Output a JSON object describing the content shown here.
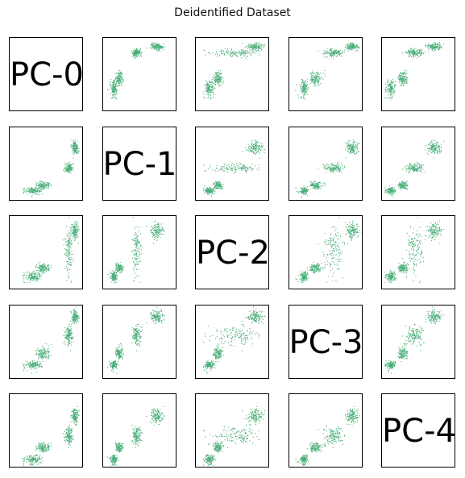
{
  "chart_data": {
    "type": "scatter",
    "layout": "pair-plot-matrix",
    "title": "Deidentified Dataset",
    "variables": [
      "PC-0",
      "PC-1",
      "PC-2",
      "PC-3",
      "PC-4"
    ],
    "marker_color": "#4caf7a",
    "axes_ticks": "hidden",
    "grid": false,
    "cluster_model": {
      "PC-0": [
        {
          "center": 0.32,
          "spread": 0.06
        },
        {
          "center": 0.45,
          "spread": 0.05
        },
        {
          "center": 0.8,
          "spread": 0.025
        },
        {
          "center": 0.88,
          "spread": 0.02
        }
      ],
      "PC-1": [
        {
          "center": 0.14,
          "spread": 0.025
        },
        {
          "center": 0.22,
          "spread": 0.025
        },
        {
          "center": 0.45,
          "spread": 0.03
        },
        {
          "center": 0.72,
          "spread": 0.04
        }
      ],
      "PC-2": [
        {
          "center": 0.18,
          "spread": 0.03
        },
        {
          "center": 0.3,
          "spread": 0.03
        },
        {
          "center": 0.55,
          "spread": 0.15
        },
        {
          "center": 0.8,
          "spread": 0.05
        }
      ],
      "PC-3": [
        {
          "center": 0.2,
          "spread": 0.03
        },
        {
          "center": 0.35,
          "spread": 0.04
        },
        {
          "center": 0.6,
          "spread": 0.06
        },
        {
          "center": 0.85,
          "spread": 0.04
        }
      ],
      "PC-4": [
        {
          "center": 0.12,
          "spread": 0.03
        },
        {
          "center": 0.28,
          "spread": 0.03
        },
        {
          "center": 0.45,
          "spread": 0.06
        },
        {
          "center": 0.7,
          "spread": 0.05
        }
      ]
    }
  }
}
